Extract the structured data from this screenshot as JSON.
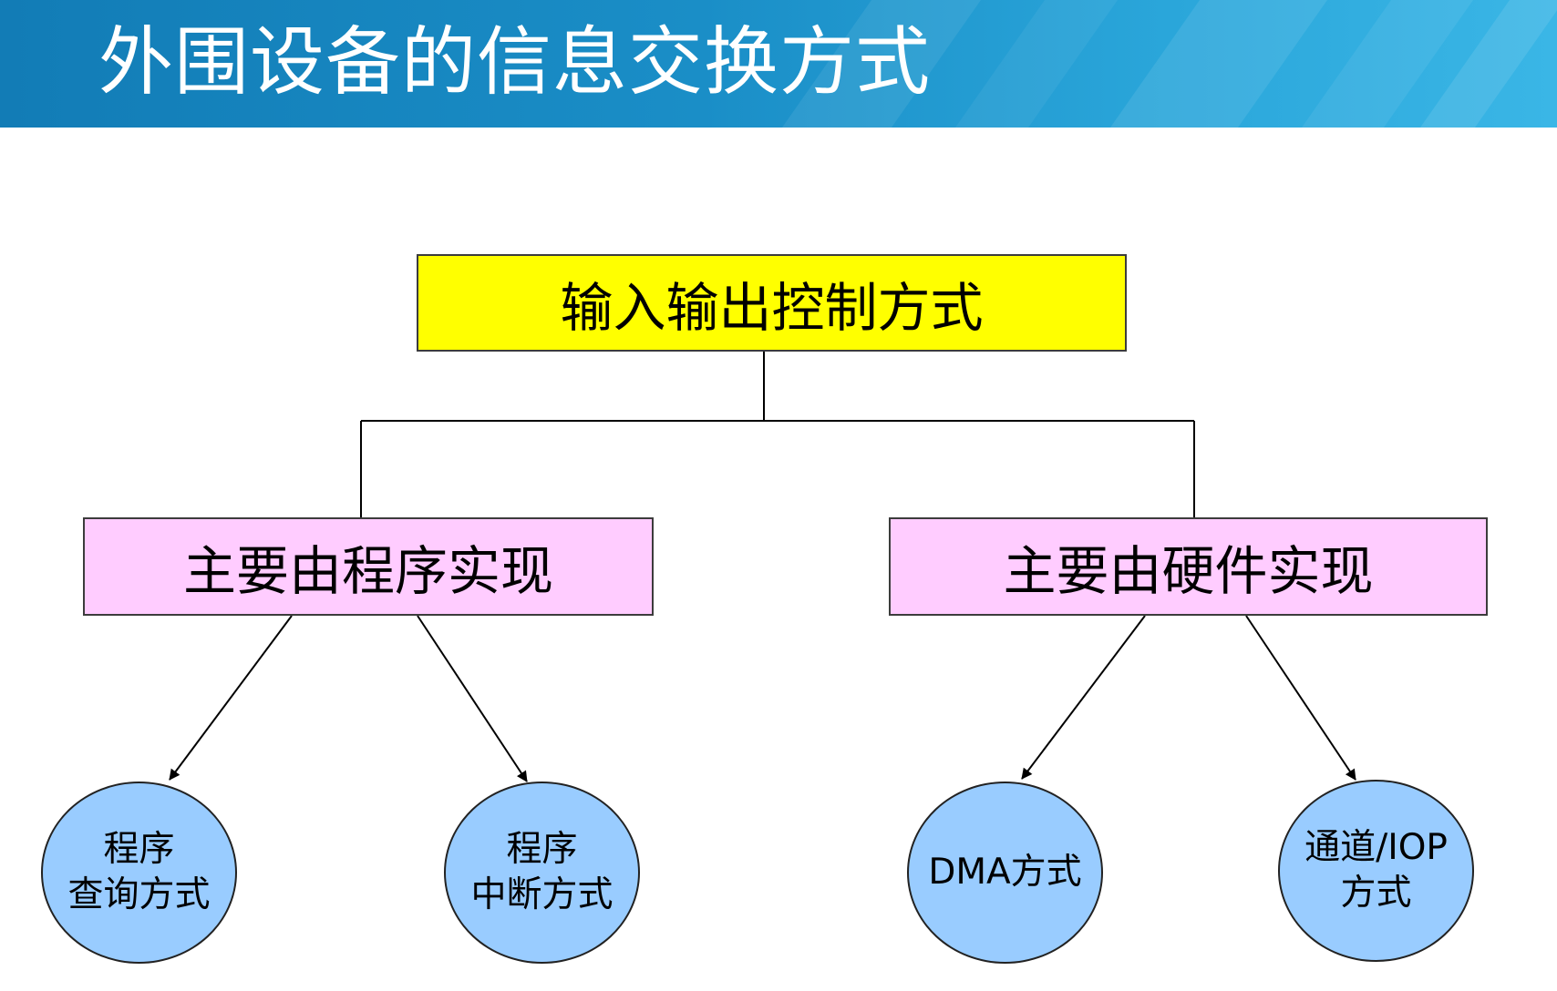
{
  "title": "外围设备的信息交换方式",
  "colors": {
    "title_bar": "#1a8ec7",
    "title_text": "#ffffff",
    "root_fill": "#ffff00",
    "category_fill": "#ffccff",
    "leaf_fill": "#99ccff",
    "line": "#000000"
  },
  "diagram": {
    "root": {
      "label": "输入输出控制方式"
    },
    "categories": [
      {
        "label": "主要由程序实现",
        "children": [
          {
            "lines": [
              "程序",
              "查询方式"
            ]
          },
          {
            "lines": [
              "程序",
              "中断方式"
            ]
          }
        ]
      },
      {
        "label": "主要由硬件实现",
        "children": [
          {
            "lines": [
              "DMA方式"
            ]
          },
          {
            "lines": [
              "通道/IOP",
              "方式"
            ]
          }
        ]
      }
    ]
  }
}
